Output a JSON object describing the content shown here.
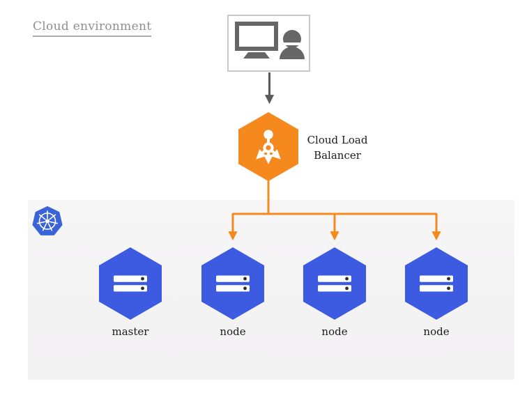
{
  "title": {
    "label": "Cloud environment"
  },
  "user_terminal": {
    "icon": "monitor-and-user-icon"
  },
  "flow": {
    "user_to_lb_arrow": "gray-down-arrow",
    "lb_to_nodes_arrows": "orange-down-arrows"
  },
  "load_balancer": {
    "label": "Cloud Load Balancer",
    "icon": "load-balancer-icon"
  },
  "cluster": {
    "platform_icon": "kubernetes-logo",
    "nodes": [
      {
        "label": "master",
        "icon": "server-icon"
      },
      {
        "label": "node",
        "icon": "server-icon"
      },
      {
        "label": "node",
        "icon": "server-icon"
      },
      {
        "label": "node",
        "icon": "server-icon"
      }
    ]
  },
  "colors": {
    "accent-orange": "#F6891E",
    "node-blue": "#3D5BE0",
    "kubernetes-blue": "#3B63D8",
    "panel-bg": "#F5F4F5",
    "icon-gray": "#666666",
    "arrow-gray": "#58595B",
    "title-gray": "#8F8F8F",
    "underline-gray": "#ABABAB",
    "box-border": "#C9C9C9",
    "text-dark": "#1B1B1B",
    "server-dot": "#2E2E2E"
  }
}
